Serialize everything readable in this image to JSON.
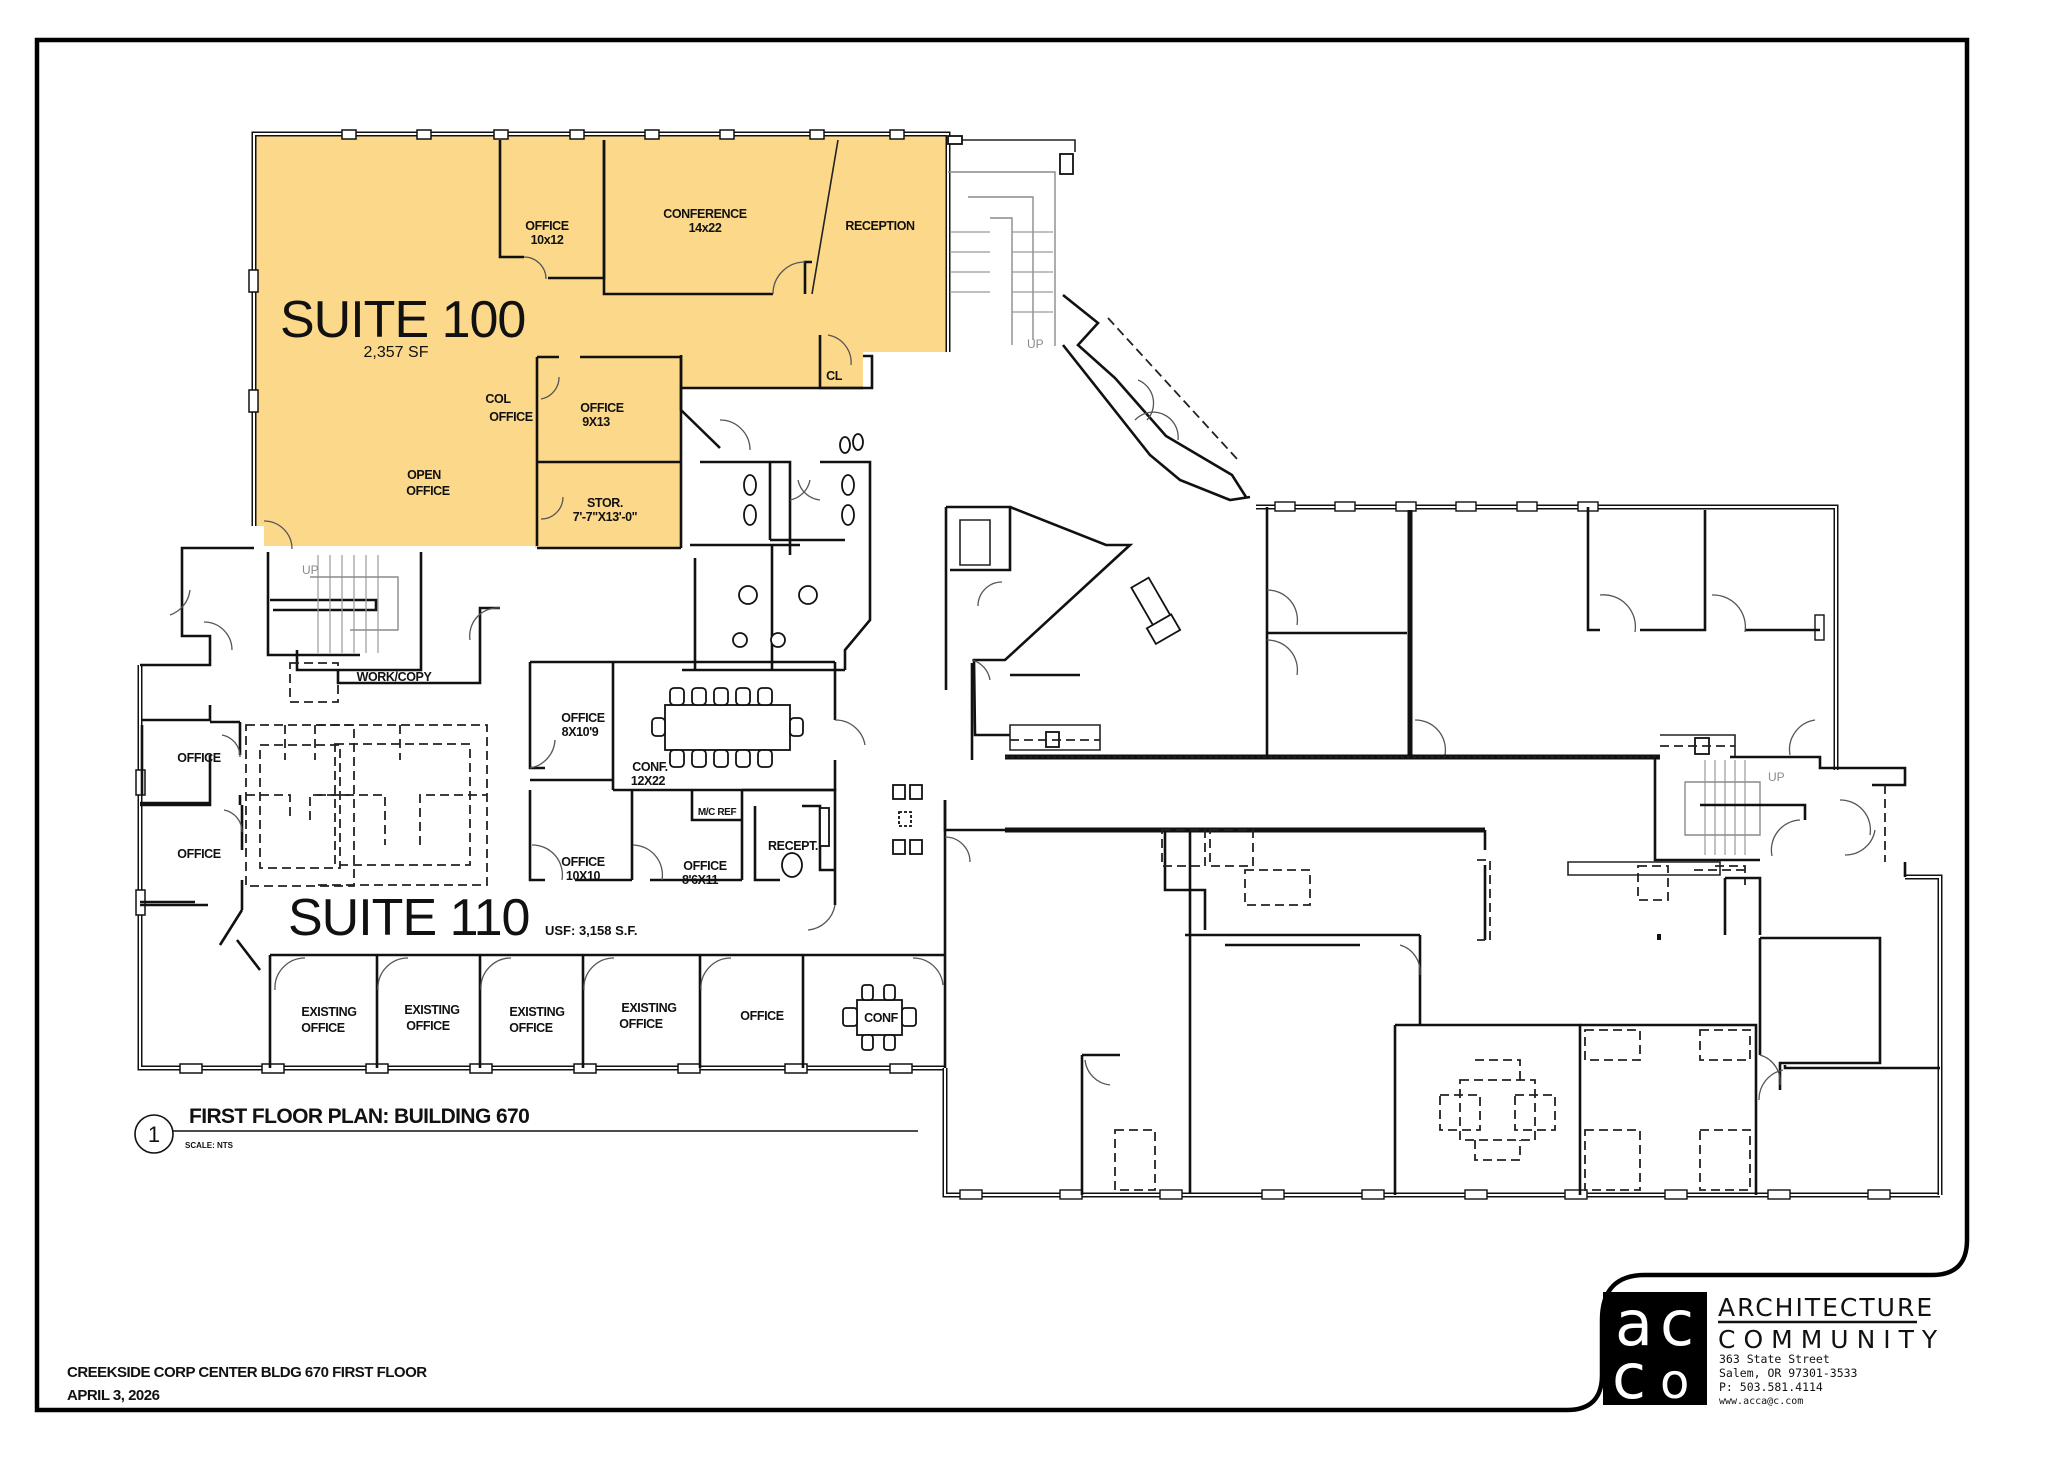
{
  "colors": {
    "suite_100_fill": "#FCD98A",
    "line": "#111111",
    "stair_grey": "#8A8A8A",
    "logo_bg": "#000000"
  },
  "plan": {
    "title": "FIRST FLOOR PLAN: BUILDING 670",
    "callout_number": "1",
    "scale": "SCALE:   NTS"
  },
  "suite_100": {
    "name": "SUITE 100",
    "area": "2,357 SF",
    "rooms": {
      "office_a": "OFFICE",
      "office_a_size": "10x12",
      "conference": "CONFERENCE",
      "conference_size": "14x22",
      "reception": "RECEPTION",
      "closet": "CL",
      "col": "COL",
      "col_office": "OFFICE",
      "office_b": "OFFICE",
      "office_b_size": "9X13",
      "open_office_1": "OPEN",
      "open_office_2": "OFFICE",
      "storage": "STOR.",
      "storage_size": "7'-7\"X13'-0\""
    }
  },
  "suite_110": {
    "name": "SUITE 110",
    "area": "USF: 3,158 S.F.",
    "rooms": {
      "work_copy": "WORK/COPY",
      "office_w1": "OFFICE",
      "office_w2": "OFFICE",
      "office_c": "OFFICE",
      "office_c_size": "8X10'9",
      "conf": "CONF.",
      "conf_size": "12X22",
      "mw_ref": "M/C REF",
      "recept": "RECEPT.",
      "office_d": "OFFICE",
      "office_d_size": "10X10",
      "office_e": "OFFICE",
      "office_e_size": "8'6X11",
      "existing_1a": "EXISTING",
      "existing_1b": "OFFICE",
      "existing_2a": "EXISTING",
      "existing_2b": "OFFICE",
      "existing_3a": "EXISTING",
      "existing_3b": "OFFICE",
      "existing_4a": "EXISTING",
      "existing_4b": "OFFICE",
      "office_s": "OFFICE",
      "conf_s": "CONF"
    }
  },
  "stairs": {
    "up_label": "UP"
  },
  "footer": {
    "project": "CREEKSIDE CORP CENTER BLDG 670 FIRST FLOOR",
    "date": "APRIL 3, 2026"
  },
  "firm": {
    "logo_letters": [
      "a",
      "c",
      "c",
      "o"
    ],
    "name_line1": "ARCHITECTURE",
    "name_line2": "COMMUNITY",
    "address1": "363 State Street",
    "address2": "Salem, OR 97301-3533",
    "phone": "P:  503.581.4114",
    "web": "www.acca@c.com"
  }
}
